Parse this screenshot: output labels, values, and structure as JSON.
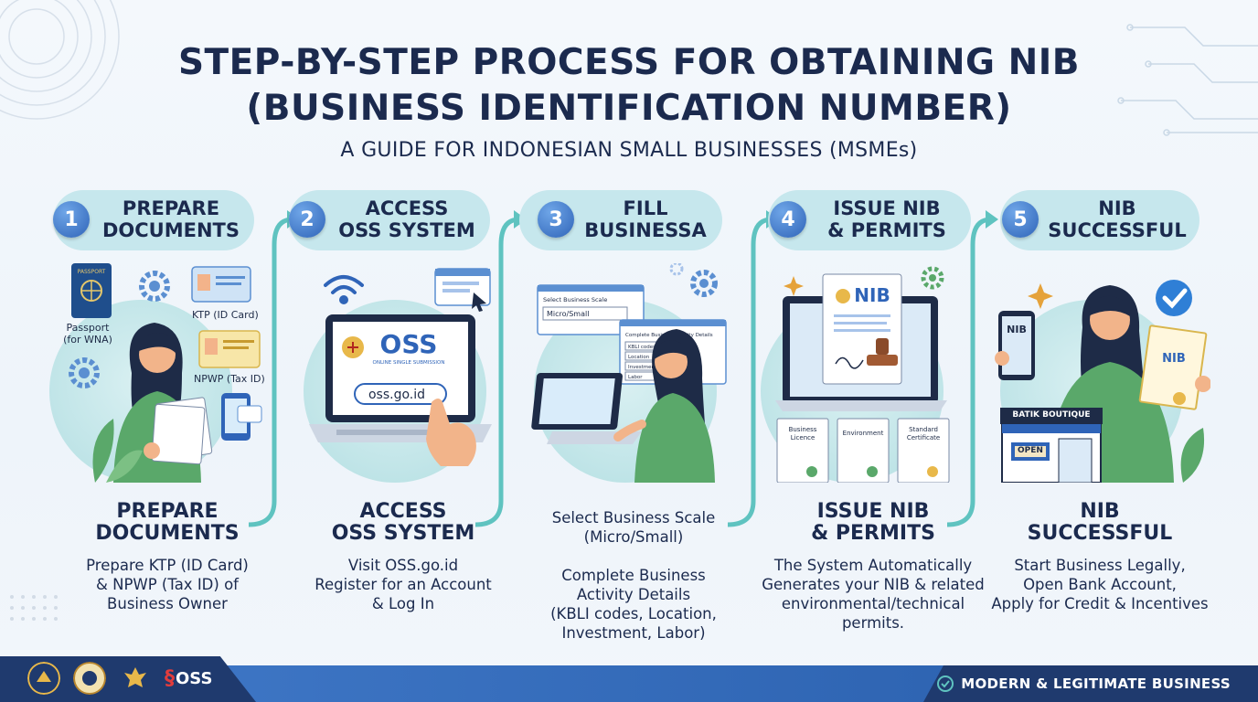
{
  "header": {
    "title_line1": "STEP-BY-STEP PROCESS FOR OBTAINING NIB",
    "title_line2": "(BUSINESS IDENTIFICATION NUMBER)",
    "subtitle": "A GUIDE FOR INDONESIAN SMALL BUSINESSES (MSMEs)"
  },
  "steps": [
    {
      "number": "1",
      "pill": "PREPARE\nDOCUMENTS",
      "heading": "PREPARE\nDOCUMENTS",
      "description": "Prepare KTP (ID Card)\n& NPWP (Tax ID) of\nBusiness Owner",
      "illustration": {
        "passport_text": "PASSPORT",
        "passport_label": "Passport\n(for WNA)",
        "ktp_label": "KTP (ID Card)",
        "npwp_label": "NPWP (Tax ID)"
      }
    },
    {
      "number": "2",
      "pill": "ACCESS\nOSS SYSTEM",
      "heading": "ACCESS\nOSS SYSTEM",
      "description": "Visit OSS.go.id\nRegister for an Account\n& Log In",
      "illustration": {
        "logo_text": "OSS",
        "logo_sub": "ONLINE SINGLE SUBMISSION",
        "url": "oss.go.id"
      }
    },
    {
      "number": "3",
      "pill": "FILL\nBUSINESSA",
      "heading": "",
      "description": "Select Business Scale\n(Micro/Small)\n\nComplete Business\nActivity Details\n(KBLI codes, Location,\nInvestment, Labor)",
      "illustration": {
        "form1_title": "Select Business Scale",
        "form1_value": "Micro/Small",
        "form2_title": "Complete Business Activity Details",
        "form2_rows": [
          "KBLI codes",
          "Location",
          "Investment",
          "Labor"
        ]
      }
    },
    {
      "number": "4",
      "pill": "ISSUE NIB\n& PERMITS",
      "heading": "ISSUE NIB\n& PERMITS",
      "description": "The System Automatically\nGenerates your NIB & related\nenvironmental/technical\npermits.",
      "illustration": {
        "doc_title": "NIB",
        "permits": [
          "Business\nLicence",
          "Environment",
          "Standard\nCertificate"
        ]
      }
    },
    {
      "number": "5",
      "pill": "NIB\nSUCCESSFUL",
      "heading": "NIB\nSUCCESSFUL",
      "description": "Start Business Legally,\nOpen Bank Account,\nApply for Credit & Incentives",
      "illustration": {
        "phone_text": "NIB",
        "cert_text": "NIB",
        "shop_sign": "BATIK BOUTIQUE",
        "open_sign": "OPEN"
      }
    }
  ],
  "footer": {
    "oss_logo": "OSS",
    "tagline": "MODERN & LEGITIMATE BUSINESS"
  },
  "colors": {
    "navy": "#1b2a4e",
    "pill": "#c6e7ed",
    "teal_arrow": "#5fc3c0",
    "blue": "#2f64b8",
    "green": "#5aa86a",
    "footer_dark": "#1f3a6e"
  }
}
